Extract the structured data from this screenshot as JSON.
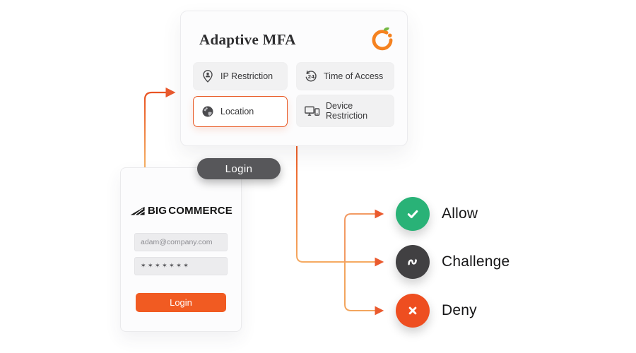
{
  "mfa_card": {
    "title": "Adaptive MFA",
    "logo": "miniorange-logo",
    "chips": [
      {
        "label": "IP Restriction",
        "icon": "ip-restriction-pin-icon",
        "highlighted": false
      },
      {
        "label": "Time of Access",
        "icon": "time-of-access-clock-icon",
        "highlighted": false
      },
      {
        "label": "Location",
        "icon": "location-globe-icon",
        "highlighted": true
      },
      {
        "label": "Device Restriction",
        "icon": "device-restriction-icon",
        "highlighted": false
      }
    ]
  },
  "login_pill": {
    "label": "Login"
  },
  "login_card": {
    "brand_big": "BIG",
    "brand_commerce": "COMMERCE",
    "email_value": "adam@company.com",
    "password_value": "✶✶✶✶✶✶✶",
    "login_button_label": "Login"
  },
  "outcomes": [
    {
      "label": "Allow",
      "icon": "check-icon",
      "color": "#29b277"
    },
    {
      "label": "Challenge",
      "icon": "challenge-wave-icon",
      "color": "#414042"
    },
    {
      "label": "Deny",
      "icon": "cross-icon",
      "color": "#ee4e20"
    }
  ],
  "colors": {
    "accent_orange": "#ec5b24",
    "arrow_orange": "#f07950",
    "allow_green": "#29b277",
    "challenge_dark": "#414042",
    "deny_orange": "#ee4e20"
  }
}
